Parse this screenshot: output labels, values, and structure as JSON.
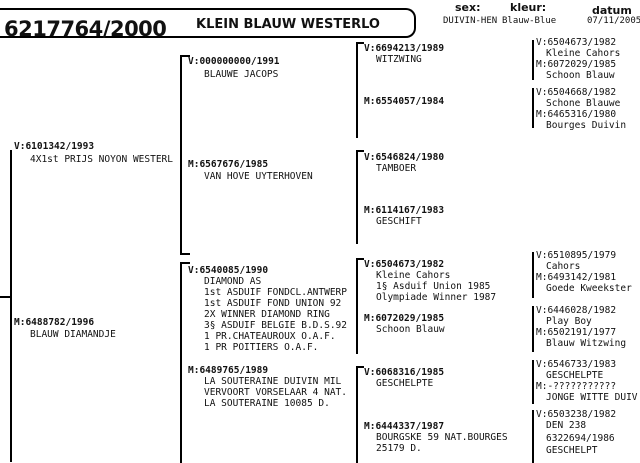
{
  "header": {
    "ring": "6217764/2000",
    "name": "KLEIN BLAUW WESTERLO",
    "sex_label": "sex:",
    "sex_value": "DUIVIN-HEN",
    "color_label": "kleur:",
    "color_value": "Blauw-Blue",
    "date_label": "datum",
    "date_value": "07/11/2005"
  },
  "gen1": {
    "father": {
      "ring": "6101342/1993",
      "lines": [
        "4X1st PRIJS NOYON WESTERL"
      ]
    },
    "mother": {
      "ring": "6488782/1996",
      "lines": [
        "BLAUW DIAMANDJE"
      ]
    }
  },
  "gen2": {
    "ff": {
      "ring": "000000000/1991",
      "lines": [
        "BLAUWE JACOPS"
      ]
    },
    "fm": {
      "ring": "6567676/1985",
      "lines": [
        "VAN HOVE UYTERHOVEN"
      ]
    },
    "mf": {
      "ring": "6540085/1990",
      "lines": [
        "DIAMOND AS",
        "1st ASDUIF FONDCL.ANTWERP",
        "1st ASDUIF FOND UNION 92",
        "2X WINNER DIAMOND RING",
        "3§ ASDUIF BELGIE B.D.S.92",
        "1 PR.CHATEAUROUX O.A.F.",
        "1 PR POITIERS O.A.F."
      ]
    },
    "mm": {
      "ring": "6489765/1989",
      "lines": [
        "LA SOUTERAINE DUIVIN MIL",
        "VERVOORT VORSELAAR 4 NAT.",
        "LA SOUTERAINE 10085 D."
      ]
    }
  },
  "gen3": {
    "fff": {
      "ring": "6694213/1989",
      "lines": [
        "WITZWING"
      ]
    },
    "ffm": {
      "ring": "6554057/1984",
      "lines": []
    },
    "fmf": {
      "ring": "6546824/1980",
      "lines": [
        "TAMBOER"
      ]
    },
    "fmm": {
      "ring": "6114167/1983",
      "lines": [
        "GESCHIFT"
      ]
    },
    "mff": {
      "ring": "6504673/1982",
      "lines": [
        "Kleine Cahors",
        "1§ Asduif Union 1985",
        "Olympiade Winner 1987"
      ]
    },
    "mfm": {
      "ring": "6072029/1985",
      "lines": [
        "Schoon Blauw"
      ]
    },
    "mmf": {
      "ring": "6068316/1985",
      "lines": [
        "GESCHELPTE"
      ]
    },
    "mmm": {
      "ring": "6444337/1987",
      "lines": [
        "BOURGSKE 59 NAT.BOURGES",
        "25179 D."
      ]
    }
  },
  "gen4": [
    {
      "top": "V:6504673/1982",
      "topName": "Kleine Cahors",
      "bot": "M:6072029/1985",
      "botName": "Schoon Blauw"
    },
    {
      "top": "V:6504668/1982",
      "topName": "Schone Blauwe",
      "bot": "M:6465316/1980",
      "botName": "Bourges Duivin"
    },
    {
      "top": "V:6510895/1979",
      "topName": "Cahors",
      "bot": "M:6493142/1981",
      "botName": "Goede Kweekster"
    },
    {
      "top": "V:6446028/1982",
      "topName": "Play Boy",
      "bot": "M:6502191/1977",
      "botName": "Blauw Witzwing"
    },
    {
      "top": "V:6546733/1983",
      "topName": "GESCHELPTE",
      "bot": "M:-???????????",
      "botName": "JONGE WITTE DUIV"
    },
    {
      "top": "V:6503238/1982",
      "topName": "DEN 238",
      "bot": "6322694/1986",
      "botName": "GESCHELPT"
    }
  ]
}
